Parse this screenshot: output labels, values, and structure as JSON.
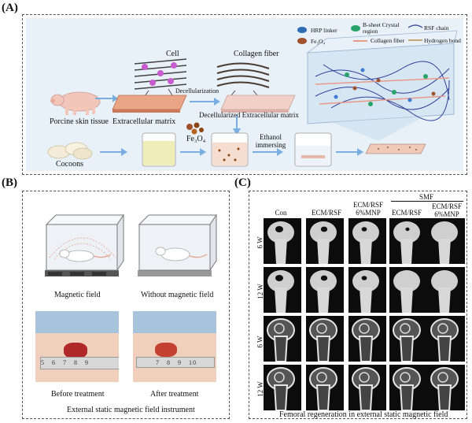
{
  "panels": {
    "a": "(A)",
    "b": "(B)",
    "c": "(C)"
  },
  "panel_a": {
    "labels": {
      "porcine": "Porcine skin tissue",
      "ecm": "Extracellular matrix",
      "cell": "Cell",
      "collagen": "Collagen fiber",
      "decell": "Decellularization",
      "decell_ecm": "Decellularized  Extracellular matrix",
      "fe3o4": "Fe₃O₄",
      "cocoons": "Cocoons",
      "ethanol": "Ethanol immersing"
    },
    "legend": {
      "hrp": "HRP linker",
      "fe": "Fe₃O₄",
      "bsheet": "B-sheet Crystal region",
      "collagen": "Collagen fiber",
      "rsf": "RSF chain",
      "hbond": "Hydrogen bond"
    }
  },
  "panel_b": {
    "labels": {
      "magnetic": "Magnetic field",
      "without": "Without magnetic field",
      "before": "Before treatment",
      "after": "After treatment",
      "caption": "External static magnetic field instrument"
    },
    "ruler_before": "5   6   7   8   9",
    "ruler_after": "7   8   9   10"
  },
  "panel_c": {
    "headers": {
      "con": "Con",
      "ecm_rsf": "ECM/RSF",
      "ecm_rsf_mnp": "ECM/RSF 6%MNP",
      "smf": "SMF",
      "smf_ecm_rsf": "ECM/RSF",
      "smf_ecm_rsf_mnp": "ECM/RSF 6%MNP"
    },
    "rows": [
      "6 W",
      "12 W",
      "6 W",
      "12 W"
    ],
    "caption": "Femoral regeneration in external static magnetic field"
  },
  "colors": {
    "panel_a_bg": "#e8f1f8",
    "ecm_pink": "#e9a585",
    "collagen_pink": "#f1d0c8",
    "beaker_yellow": "#f0eeb8",
    "accent_blue": "#7aaee0"
  }
}
